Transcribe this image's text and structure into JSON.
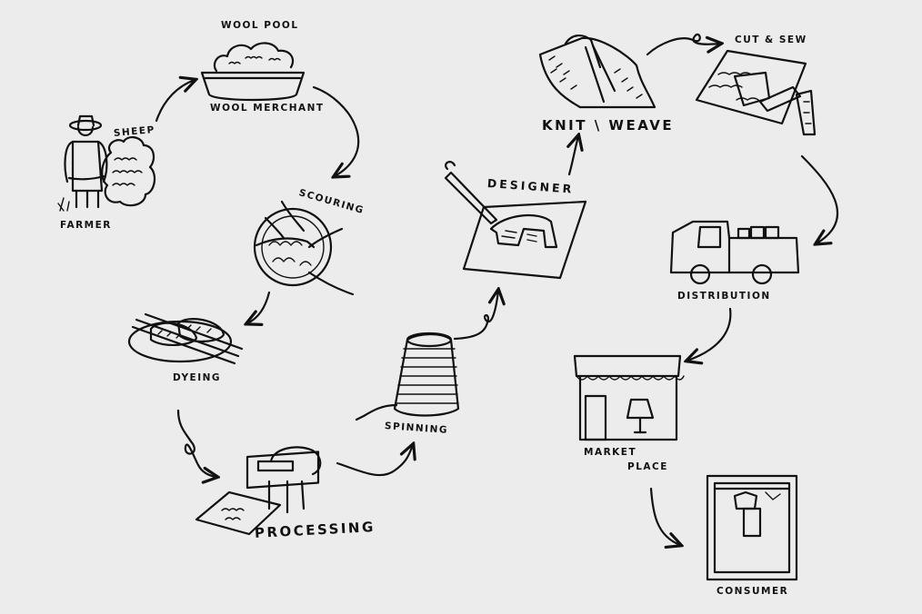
{
  "labels": {
    "wool_pool": "WOOL POOL",
    "wool_merchant": "WOOL MERCHANT",
    "sheep": "SHEEP",
    "farmer": "FARMER",
    "scouring": "SCOURING",
    "dyeing": "DYEING",
    "processing": "PROCESSING",
    "spinning": "SPINNING",
    "designer": "DESIGNER",
    "knit_weave": "KNIT \\ WEAVE",
    "cut_sew": "CUT & SEW",
    "distribution": "DISTRIBUTION",
    "market_place_line1": "MARKET",
    "market_place_line2": "PLACE",
    "consumer": "CONSUMER"
  },
  "colors": {
    "background": "#ececec",
    "ink": "#111111"
  },
  "icons": [
    "farmer-icon",
    "sheep-icon",
    "wool-bowl-icon",
    "scouring-icon",
    "dyeing-icon",
    "processing-machine-icon",
    "yarn-cone-icon",
    "design-board-icon",
    "knitting-icon",
    "fabric-pattern-icon",
    "truck-icon",
    "shop-icon",
    "wardrobe-icon"
  ]
}
